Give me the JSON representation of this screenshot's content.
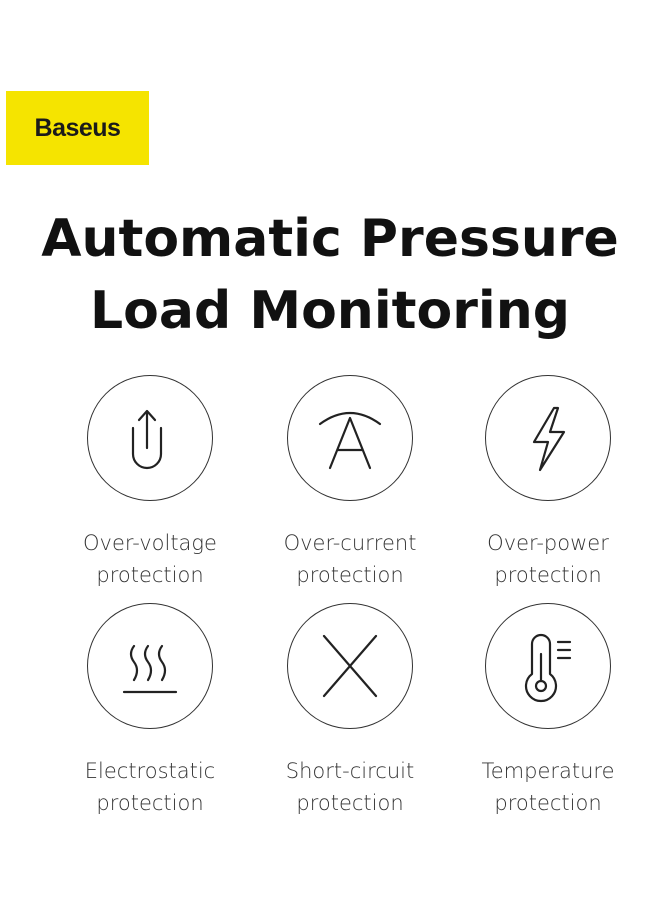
{
  "brand": {
    "logo_text": "Baseus",
    "logo_color": "#f5e400"
  },
  "headline": {
    "line1": "Automatic Pressure",
    "line2": "Load Monitoring"
  },
  "features": [
    {
      "icon": "upload-arrow-icon",
      "line1": "Over-voltage",
      "line2": "protection"
    },
    {
      "icon": "ampere-icon",
      "line1": "Over-current",
      "line2": "protection"
    },
    {
      "icon": "lightning-icon",
      "line1": "Over-power",
      "line2": "protection"
    },
    {
      "icon": "heat-waves-icon",
      "line1": "Electrostatic",
      "line2": "protection"
    },
    {
      "icon": "cross-icon",
      "line1": "Short-circuit",
      "line2": "protection"
    },
    {
      "icon": "thermometer-icon",
      "line1": "Temperature",
      "line2": "protection"
    }
  ]
}
